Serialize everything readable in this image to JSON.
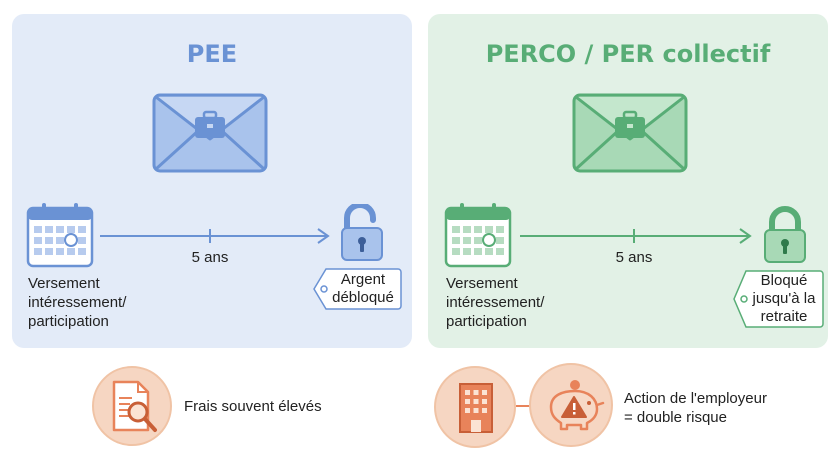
{
  "pee": {
    "title": "PEE",
    "envelope_icon": "envelope-briefcase-icon",
    "calendar_icon": "calendar-icon",
    "deposit_label": "Versement\nintéressement/\nparticipation",
    "duration": "5 ans",
    "lock_icon": "unlocked-padlock-icon",
    "tag_label": "Argent\ndébloqué",
    "accent": "#6a92d4"
  },
  "perco": {
    "title": "PERCO / PER collectif",
    "envelope_icon": "envelope-briefcase-icon",
    "calendar_icon": "calendar-icon",
    "deposit_label": "Versement\nintéressement/\nparticipation",
    "duration": "5 ans",
    "lock_icon": "locked-padlock-icon",
    "tag_label": "Bloqué\njusqu'à la\nretraite",
    "accent": "#58ad76"
  },
  "bottom": {
    "fees_icon": "document-magnifier-icon",
    "fees_label": "Frais souvent élevés",
    "building_icon": "office-building-icon",
    "piggy_icon": "piggy-bank-warning-icon",
    "risk_label": "Action de l'employeur\n= double risque",
    "accent": "#e8835a"
  }
}
